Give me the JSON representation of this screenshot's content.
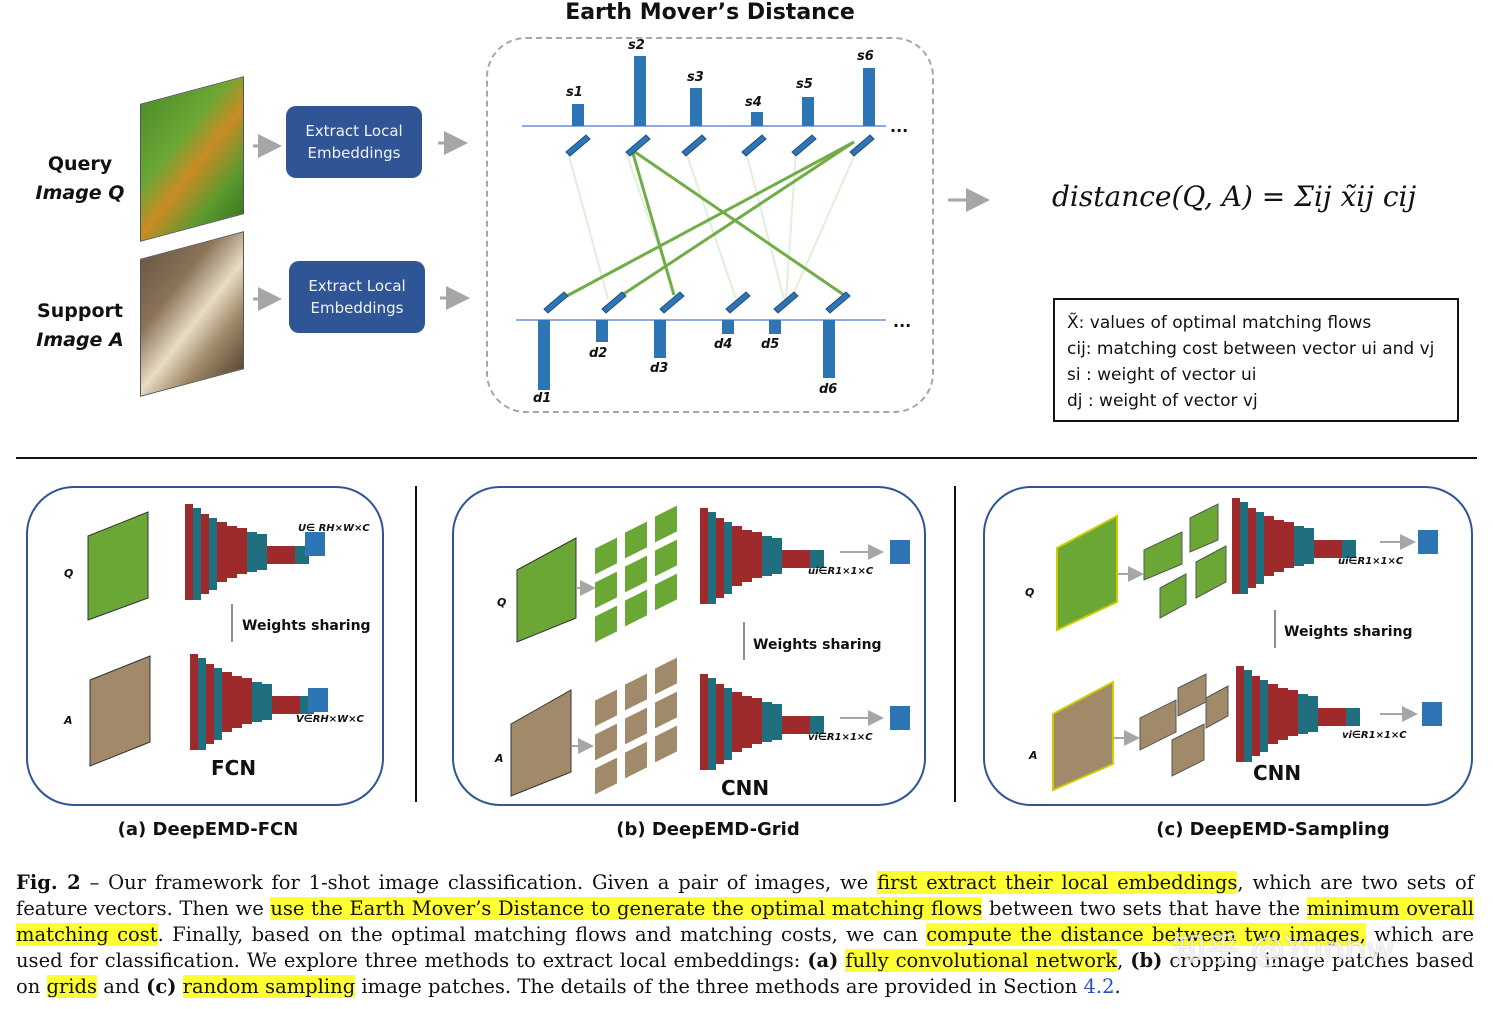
{
  "top": {
    "query_label_line1": "Query",
    "query_label_line2": "Image Q",
    "support_label_line1": "Support",
    "support_label_line2": "Image A",
    "embed_box_line1": "Extract Local",
    "embed_box_line2": "Embeddings",
    "emd_title": "Earth Mover’s Distance",
    "s_labels": [
      "s1",
      "s2",
      "s3",
      "s4",
      "s5",
      "s6"
    ],
    "d_labels": [
      "d1",
      "d2",
      "d3",
      "d4",
      "d5",
      "d6"
    ],
    "ellipsis": "...",
    "formula": "distance(Q, A) = Σij x̃ij cij",
    "legend": [
      "X̃: values of optimal matching flows",
      "cij: matching cost between vector ui and vj",
      "si : weight of vector ui",
      "dj : weight of vector vj"
    ]
  },
  "panels": {
    "a": {
      "q_label": "Q",
      "a_label": "A",
      "u_label": "U∈ RH×W×C",
      "v_label": "V∈RH×W×C",
      "weights": "Weights sharing",
      "net": "FCN",
      "caption": "(a) DeepEMD-FCN"
    },
    "b": {
      "q_label": "Q",
      "a_label": "A",
      "u_label": "ui∈R1×1×C",
      "v_label": "vi∈R1×1×C",
      "weights": "Weights sharing",
      "net": "CNN",
      "caption": "(b) DeepEMD-Grid"
    },
    "c": {
      "q_label": "Q",
      "a_label": "A",
      "u_label": "ui∈R1×1×C",
      "v_label": "vi∈R1×1×C",
      "weights": "Weights sharing",
      "net": "CNN",
      "caption": "(c) DeepEMD-Sampling"
    }
  },
  "caption": {
    "fig": "Fig. 2",
    "t1": " – Our framework for 1-shot image classification. Given a pair of images, we ",
    "h1": "first extract their local embeddings",
    "t2": ", which are two sets of feature vectors. Then we ",
    "h2": "use the Earth Mover’s Distance to generate the optimal matching flows",
    "t3": " between two sets that have the ",
    "h3": "minimum overall matching cost",
    "t4": ". Finally, based on the optimal matching flows and matching costs, we can ",
    "h4": "compute the distance between two images,",
    "t5": " which are used for classification. We explore three methods to extract local embeddings: ",
    "b_a": "(a)",
    "h5": "fully convolutional network",
    "t6": ", ",
    "b_b": "(b)",
    "t7": " cropping image patches based on ",
    "h6": "grids",
    "t8": " and ",
    "b_c": "(c)",
    "h7": "random sampling",
    "t9": " image patches. The details of the three methods are provided in Section ",
    "ref": "4.2",
    "t10": "."
  },
  "watermark": "知乎 @Yunhw",
  "colors": {
    "embed_box": "#2f5597",
    "bar": "#2e75b6",
    "match_line": "#70ad47",
    "highlight": "#ffff33",
    "panel_border": "#2f5597"
  }
}
